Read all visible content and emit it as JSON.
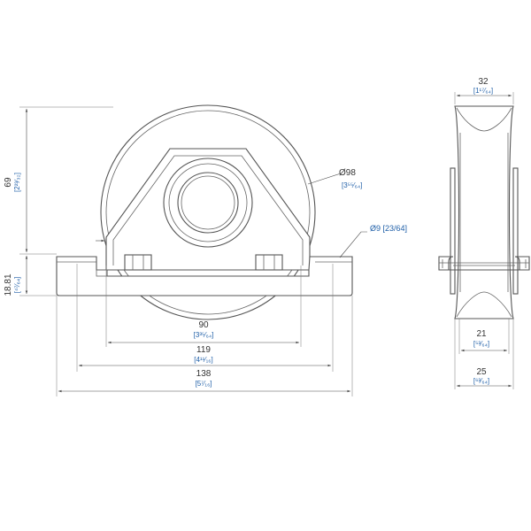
{
  "colors": {
    "line": "#555555",
    "dimension_text": "#333333",
    "inch_text": "#1f5fa8"
  },
  "front_view": {
    "height_above": {
      "mm": "69",
      "inch": "[2²³⁄₃₂]"
    },
    "base_thickness": {
      "mm": "18.81",
      "inch": "[⁴⁷⁄₆₄]"
    },
    "wheel_diameter": {
      "mm": "Ø98",
      "inch": "[3⁵⁵⁄₆₄]"
    },
    "hole_diameter": {
      "label": "Ø9 [23/64]"
    },
    "width_90": {
      "mm": "90",
      "inch": "[3³⁵⁄₆₄]"
    },
    "width_119": {
      "mm": "119",
      "inch": "[4¹¹⁄₁₆]"
    },
    "width_138": {
      "mm": "138",
      "inch": "[5⁷⁄₁₆]"
    }
  },
  "side_view": {
    "width_32": {
      "mm": "32",
      "inch": "[1¹⁷⁄₆₄]"
    },
    "width_21": {
      "mm": "21",
      "inch": "[⁵³⁄₆₄]"
    },
    "width_25": {
      "mm": "25",
      "inch": "[⁶³⁄₆₄]"
    }
  }
}
